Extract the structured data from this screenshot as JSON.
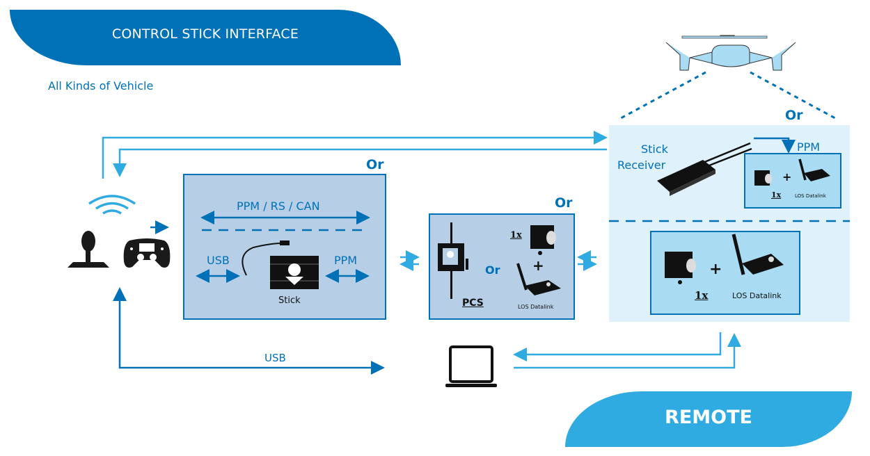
{
  "header": {
    "title": "CONTROL STICK INTERFACE",
    "subtitle": "All Kinds of Vehicle"
  },
  "footer": {
    "title": "REMOTE"
  },
  "colors": {
    "primary": "#0071b6",
    "secondary": "#2fabe2",
    "box_fill": "#b7cfe6",
    "panel_fill": "#dff1fb",
    "inner_fill": "#a9dcf3"
  },
  "ground": {
    "icons": [
      "wifi-icon",
      "joystick-icon",
      "gamepad-icon",
      "laptop-icon"
    ],
    "usb_link_label": "USB"
  },
  "stick_box": {
    "or_label": "Or",
    "top_link_label": "PPM / RS / CAN",
    "left_link_label": "USB",
    "right_link_label": "PPM",
    "device_label": "Stick"
  },
  "pcs_box": {
    "or_label": "Or",
    "pcs_label": "PCS",
    "middle_or": "Or",
    "count_label": "1x",
    "plus": "+",
    "datalink_label": "LOS Datalink"
  },
  "remote": {
    "or_label": "Or",
    "receiver_label_1": "Stick",
    "receiver_label_2": "Receiver",
    "ppm_label": "PPM",
    "upper_count": "1x",
    "upper_plus": "+",
    "upper_datalink": "LOS Datalink",
    "lower_count": "1x",
    "lower_plus": "+",
    "lower_datalink": "LOS Datalink"
  }
}
